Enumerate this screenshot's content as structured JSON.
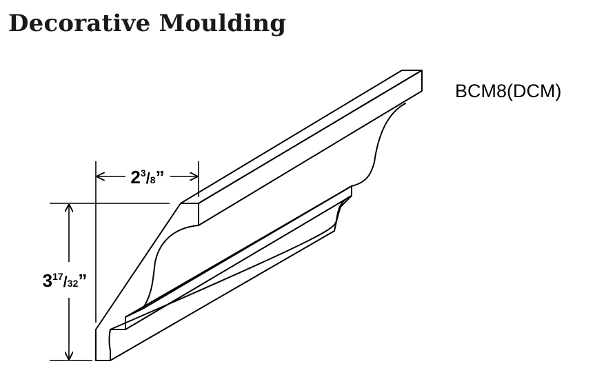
{
  "title": "Decorative Moulding",
  "product_code": "BCM8(DCM)",
  "dimensions": {
    "width": {
      "whole": "2",
      "numerator": "3",
      "denominator": "8",
      "unit": "”"
    },
    "height": {
      "whole": "3",
      "numerator": "17",
      "denominator": "32",
      "unit": "”"
    }
  },
  "colors": {
    "line": "#000000",
    "background": "#ffffff"
  }
}
